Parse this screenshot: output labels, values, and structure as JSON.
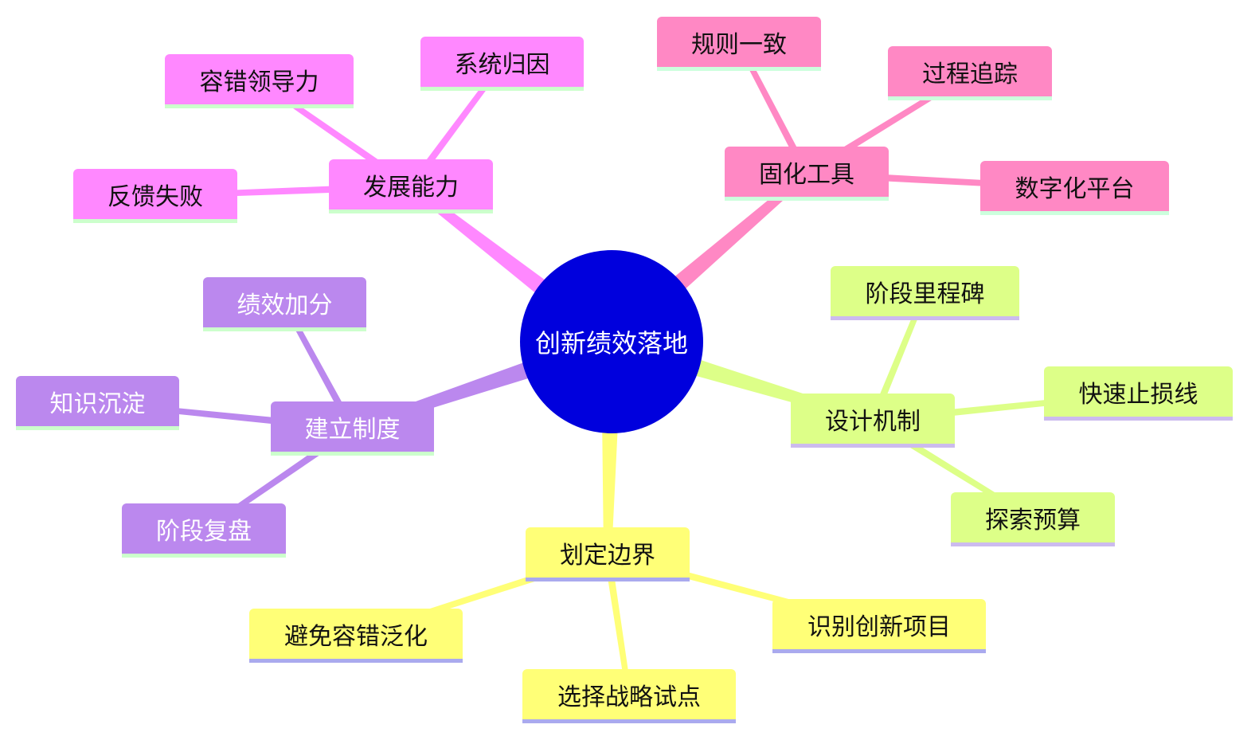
{
  "center": {
    "label": "创新绩效落地",
    "color": "#0000dd"
  },
  "branches": {
    "develop": {
      "label": "发展能力",
      "color": "#ff88ff",
      "underline": "#ccffcc",
      "children": [
        "容错领导力",
        "系统归因",
        "反馈失败"
      ]
    },
    "tools": {
      "label": "固化工具",
      "color": "#ff88c4",
      "underline": "#ccffdd",
      "children": [
        "规则一致",
        "过程追踪",
        "数字化平台"
      ]
    },
    "mechanism": {
      "label": "设计机制",
      "color": "#ddff88",
      "underline": "#ccbbee",
      "children": [
        "阶段里程碑",
        "快速止损线",
        "探索预算"
      ]
    },
    "boundary": {
      "label": "划定边界",
      "color": "#ffff77",
      "underline": "#aaaaee",
      "children": [
        "避免容错泛化",
        "识别创新项目",
        "选择战略试点"
      ]
    },
    "system": {
      "label": "建立制度",
      "color": "#bb88ee",
      "underline": "#ccffcc",
      "children": [
        "绩效加分",
        "知识沉淀",
        "阶段复盘"
      ]
    }
  }
}
